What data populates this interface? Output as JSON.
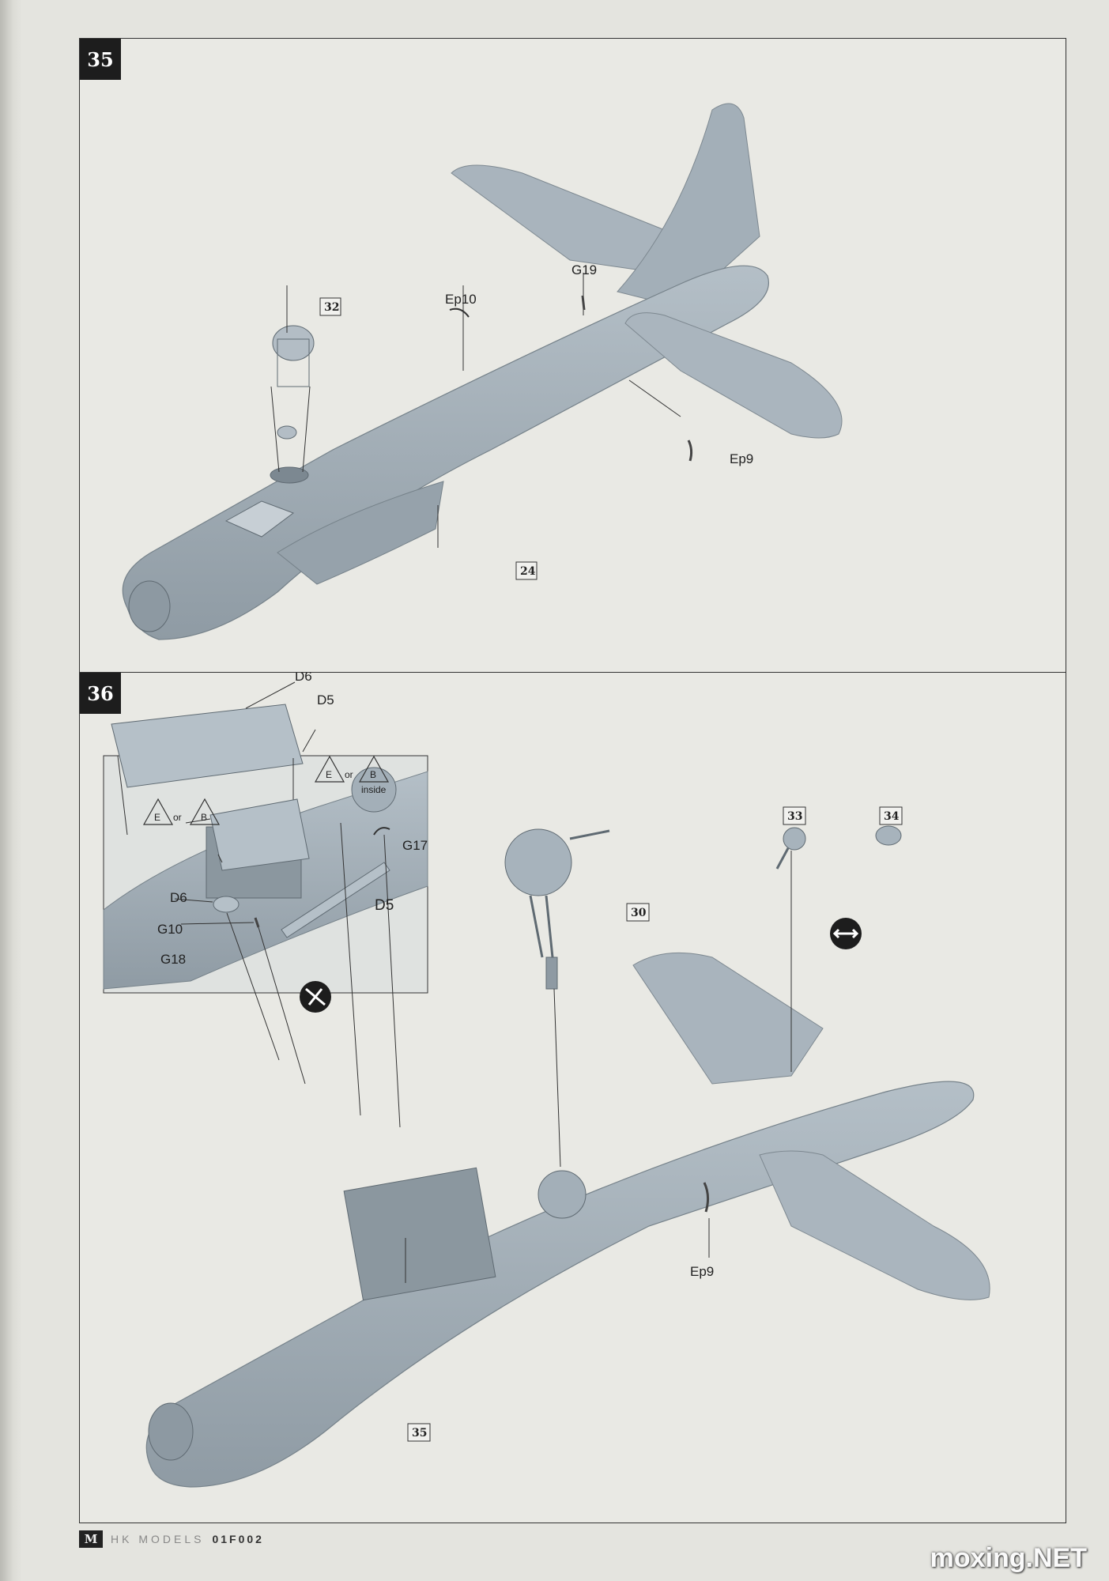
{
  "steps": [
    {
      "number": "35",
      "labels": {
        "g19": "G19",
        "ep10": "Ep10",
        "ep9": "Ep9"
      },
      "refs": {
        "ref32": "32",
        "ref24": "24"
      }
    },
    {
      "number": "36",
      "labels": {
        "d6_top": "D6",
        "d5_top": "D5",
        "d6": "D6",
        "d5": "D5",
        "g10": "G10",
        "g18": "G18",
        "g17": "G17",
        "ep9": "Ep9",
        "or_1": "or",
        "or_2": "or",
        "inside": "inside",
        "e_1": "E",
        "b_1": "B",
        "e_2": "E",
        "b_2": "B"
      },
      "refs": {
        "ref30": "30",
        "ref33": "33",
        "ref34": "34",
        "ref35": "35"
      }
    }
  ],
  "footer": {
    "brand": "HK MODELS",
    "code": "01F002",
    "logo_text": "M"
  },
  "watermark": "moxing.NET",
  "colors": {
    "model_fill": "#a7b3bc",
    "model_shadow": "#8e9aa3",
    "frame": "#333333"
  },
  "icons": [
    "rotate-arrows-icon"
  ]
}
